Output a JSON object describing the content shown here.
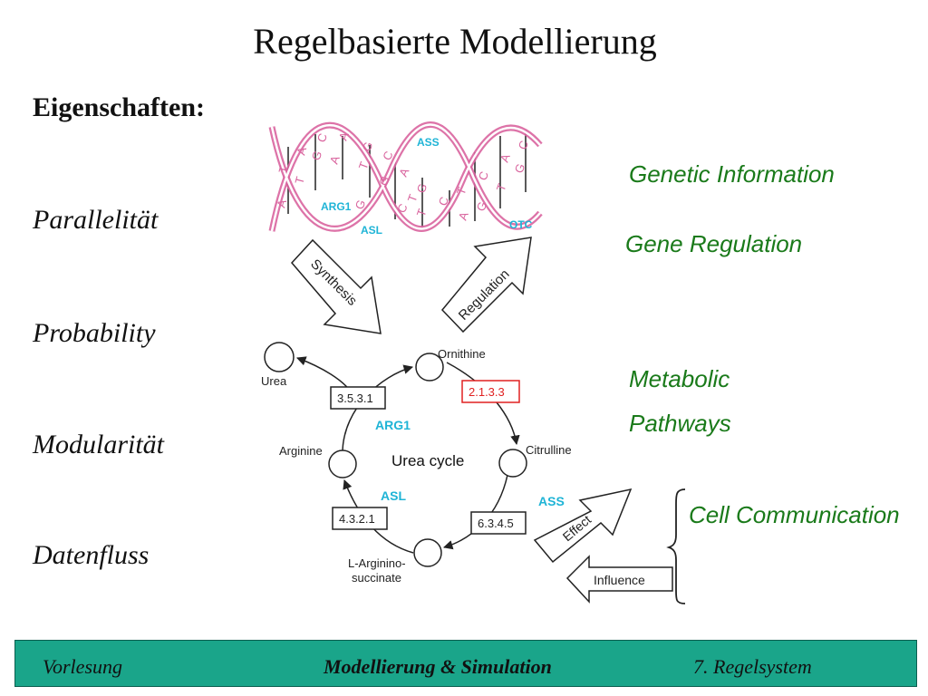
{
  "title": "Regelbasierte Modellierung",
  "subhead": "Eigenschaften:",
  "properties": [
    "Parallelität",
    "Probability",
    "Modularität",
    "Datenfluss"
  ],
  "categories": {
    "genetic": "Genetic Information",
    "gene_regulation": "Gene Regulation",
    "metabolic": "Metabolic",
    "pathways": "Pathways",
    "cell_comm": "Cell Communication"
  },
  "dna": {
    "labels": [
      "ASS",
      "ARG1",
      "ASL",
      "OTC"
    ],
    "bases": [
      "A",
      "T",
      "T",
      "A",
      "G",
      "C",
      "A",
      "T",
      "G",
      "C",
      "G",
      "A",
      "C",
      "T",
      "G",
      "C",
      "T",
      "A",
      "G",
      "C",
      "T",
      "A",
      "G",
      "C",
      "T",
      "G",
      "A"
    ]
  },
  "arrows": {
    "synthesis": "Synthesis",
    "regulation": "Regulation",
    "effect": "Effect",
    "influence": "Influence"
  },
  "cycle": {
    "name": "Urea cycle",
    "nodes": {
      "urea": "Urea",
      "ornithine": "Ornithine",
      "citrulline": "Citrulline",
      "argininosuccinate_1": "L-Arginino-",
      "argininosuccinate_2": "succinate",
      "arginine": "Arginine"
    },
    "enzymes": {
      "e1": "3.5.3.1",
      "e2": "2.1.3.3",
      "e3": "6.3.4.5",
      "e4": "4.3.2.1"
    },
    "genes": {
      "arg1": "ARG1",
      "asl": "ASL",
      "ass": "ASS"
    }
  },
  "footer": {
    "left": "Vorlesung",
    "center": "Modellierung & Simulation",
    "right": "7. Regelsystem"
  },
  "colors": {
    "dna_strand": "#d9649e",
    "gene_label": "#1fb4d6",
    "category_green": "#1a7a1a",
    "enzyme_red": "#e02020",
    "footer_bg": "#1aa58a"
  }
}
